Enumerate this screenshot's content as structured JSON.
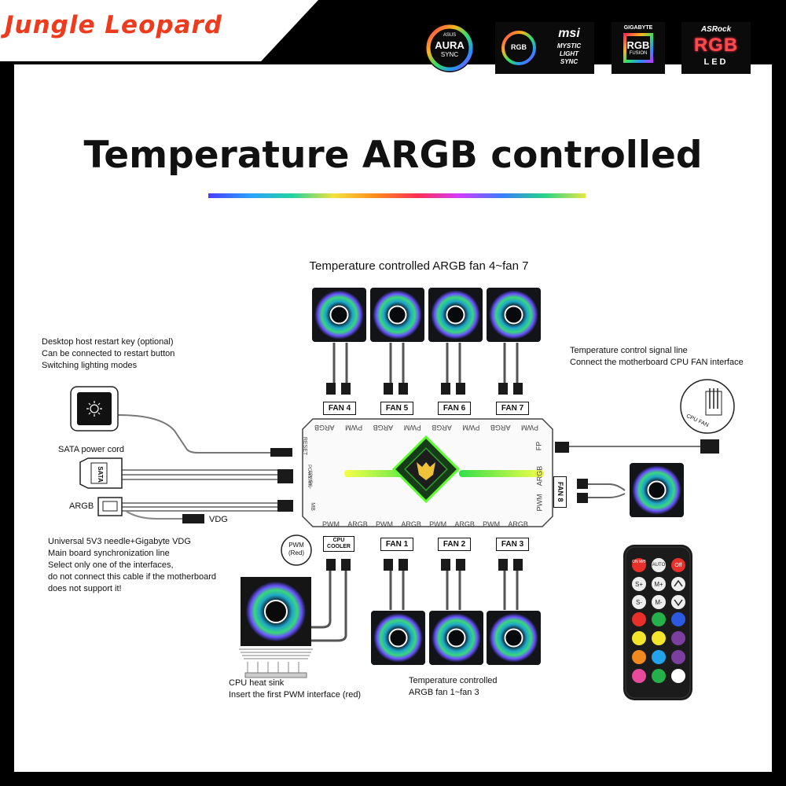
{
  "brand": {
    "name": "Jungle Leopard"
  },
  "logos": {
    "aura": {
      "line1": "ASUS",
      "line2": "AURA",
      "line3": "SYNC"
    },
    "msi": {
      "badge": "RGB",
      "brand": "msi",
      "line1": "MYSTIC",
      "line2": "LIGHT",
      "line3": "SYNC"
    },
    "gigabyte": {
      "brand": "GIGABYTE",
      "badge": "RGB",
      "line1": "FUSION"
    },
    "asrock": {
      "brand": "ASRock",
      "line1": "RGB",
      "line2": "LED"
    }
  },
  "title": "Temperature ARGB controlled",
  "top_caption": "Temperature controlled ARGB fan 4~fan 7",
  "bottom_caption": {
    "line1": "Temperature controlled",
    "line2": "ARGB fan 1~fan 3"
  },
  "restart_note": {
    "line1": "Desktop host restart key (optional)",
    "line2": "Can be connected to restart button",
    "line3": "Switching lighting modes"
  },
  "signal_note": {
    "line1": "Temperature control signal line",
    "line2": "Connect the motherboard CPU FAN interface"
  },
  "sata_label": "SATA power cord",
  "sata_plug": "SATA",
  "argb_label": "ARGB",
  "vdg_label": "VDG",
  "argb_note": {
    "line1": "Universal 5V3 needle+Gigabyte VDG",
    "line2": "Main board synchronization line",
    "line3": "Select only one of the interfaces,",
    "line4": "do not connect this cable if the motherboard",
    "line5": "does not support it!"
  },
  "cpu_note": {
    "line1": "CPU heat sink",
    "line2": "Insert the first PWM interface (red)"
  },
  "pwm_red": {
    "line1": "PWM",
    "line2": "(Red)"
  },
  "cpu_fan_icon_label": "CPU FAN",
  "fan_labels": {
    "fan4": "FAN 4",
    "fan5": "FAN 5",
    "fan6": "FAN 6",
    "fan7": "FAN 7",
    "fan1": "FAN 1",
    "fan2": "FAN 2",
    "fan3": "FAN 3",
    "fan8": "FAN 8",
    "cpu_cooler": {
      "line1": "CPU",
      "line2": "COOLER"
    }
  },
  "hub": {
    "top_ports": [
      "PWM",
      "ARGB",
      "PWM",
      "ARGB",
      "PWM",
      "ARGB",
      "PWM",
      "ARGB"
    ],
    "bottom_ports": [
      "PWM",
      "ARGB",
      "PWM",
      "ARGB",
      "PWM",
      "ARGB",
      "PWM",
      "ARGB"
    ],
    "left_reset": "RESET",
    "left_power": "POWERIN",
    "left_power_pins": "12V  5V  -",
    "left_mb": "MB",
    "right_fp": "FP",
    "right_argb": "ARGB",
    "right_pwm": "PWM"
  },
  "remote": {
    "row1": [
      "ON M/B",
      "AUTO",
      "Off"
    ],
    "row2": [
      "S+",
      "M+",
      ""
    ],
    "row3": [
      "S-",
      "M-",
      ""
    ]
  },
  "colors": {
    "brand_red": "#ef3b1d",
    "fan_ring": "#2dd6f2",
    "hub_glow": "#7cff3a",
    "remote_red": "#e8302a",
    "remote_yellow": "#f3e52b",
    "remote_green": "#25b14a",
    "remote_orange": "#f2891f",
    "remote_blue": "#23a3ea",
    "remote_purple": "#7b3fa0",
    "remote_pink": "#e84b9b"
  }
}
